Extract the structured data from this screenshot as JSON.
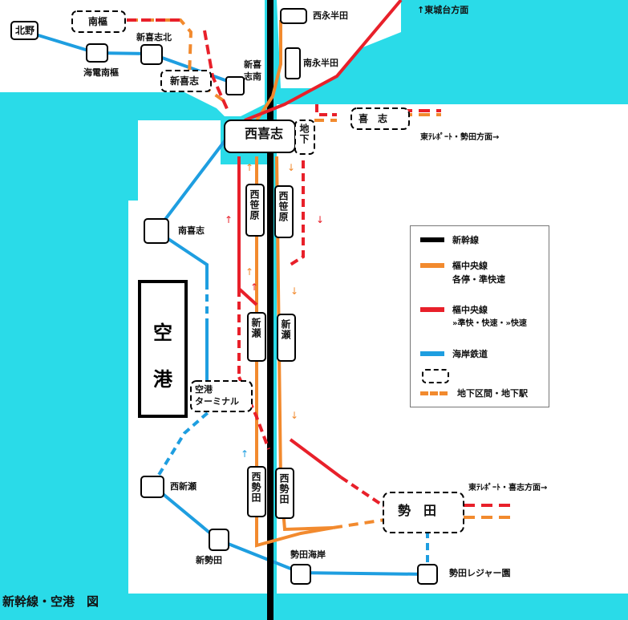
{
  "title": "新幹線・空港　図",
  "colors": {
    "sea": "#2adbe8",
    "land": "#ffffff",
    "shinkansen": "#000000",
    "local": "#f28a2e",
    "rapid": "#e8202a",
    "coastal": "#1e9ee0"
  },
  "stations": {
    "kitano": "北野",
    "nanou": "南樞",
    "shinkishi_kita": "新喜志北",
    "kaiden_nanou": "海電南樞",
    "shinkishi": "新喜志",
    "shinkishi_minami": "新喜志南",
    "nishi_nagahanda": "西永半田",
    "minami_nagahanda": "南永半田",
    "nishikishi": "西喜志",
    "chika_mark": "地下",
    "kishi": "喜　志",
    "minami_kishi": "南喜志",
    "nishisasahara_w": "西笹原",
    "nishisasahara_e": "西笹原",
    "shinse_w": "新瀬",
    "shinse_e": "新瀬",
    "airport_terminal": "空港\nターミナル",
    "nishi_shinse": "西新瀬",
    "shin_seta": "新勢田",
    "nishi_seta_w": "西勢田",
    "nishi_seta_e": "西勢田",
    "seta": "勢　田",
    "seta_kaigan": "勢田海岸",
    "seta_leisure": "勢田レジャー園"
  },
  "directions": {
    "higashi_shirodai": "↑東城台方面",
    "east_teleport_seta": "東ﾃﾚﾎﾟｰﾄ・勢田方面→",
    "east_teleport_kishi": "東ﾃﾚﾎﾟｰﾄ・喜志方面→"
  },
  "airport": {
    "char1": "空",
    "char2": "港"
  },
  "legend": {
    "shinkansen": "新幹線",
    "local_line1": "樞中央線",
    "local_line2": "各停・準快速",
    "rapid_line1": "樞中央線",
    "rapid_line2": "»準快・快速・»快速",
    "coastal": "海岸鉄道",
    "underground": "地下区間・地下駅"
  }
}
